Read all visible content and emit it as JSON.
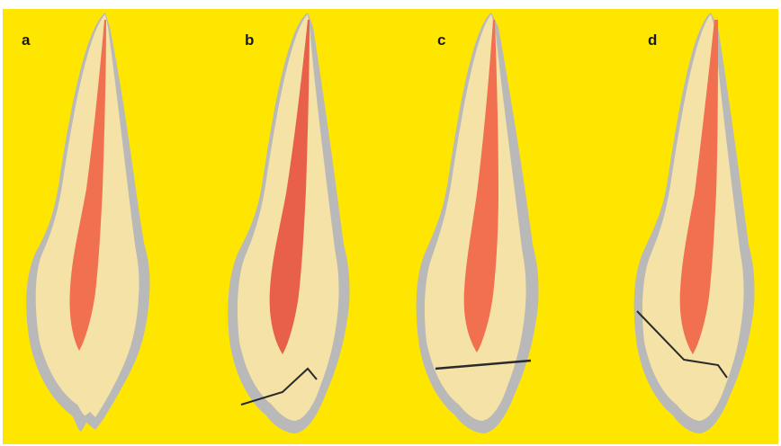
{
  "figure": {
    "background_color": "#ffe600",
    "enamel_color": "#b9b9b9",
    "dentin_color": "#f5e2a6",
    "pulp_color": "#f07050",
    "fracture_color": "#2a2a2a",
    "panels": [
      {
        "id": "a",
        "label": "a",
        "fracture": "none"
      },
      {
        "id": "b",
        "label": "b",
        "fracture": "crown-root"
      },
      {
        "id": "c",
        "label": "c",
        "fracture": "horizontal"
      },
      {
        "id": "d",
        "label": "d",
        "fracture": "oblique"
      }
    ]
  }
}
